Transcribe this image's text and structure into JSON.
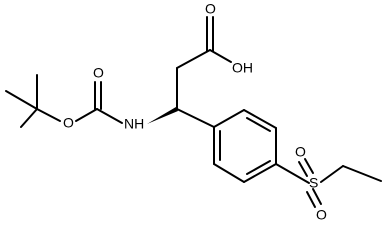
{
  "structure": {
    "atom_labels": {
      "carbonyl_oxygen_acid": "O",
      "hydroxyl": "OH",
      "carbamate_oxygen_double": "O",
      "carbamate_oxygen_ester": "O",
      "amine": "NH",
      "sulfonyl_oxygen_upper": "O",
      "sulfur": "S",
      "sulfonyl_oxygen_lower": "O"
    }
  },
  "colors": {
    "bond": "#000000",
    "label": "#000000",
    "background": "#ffffff"
  }
}
